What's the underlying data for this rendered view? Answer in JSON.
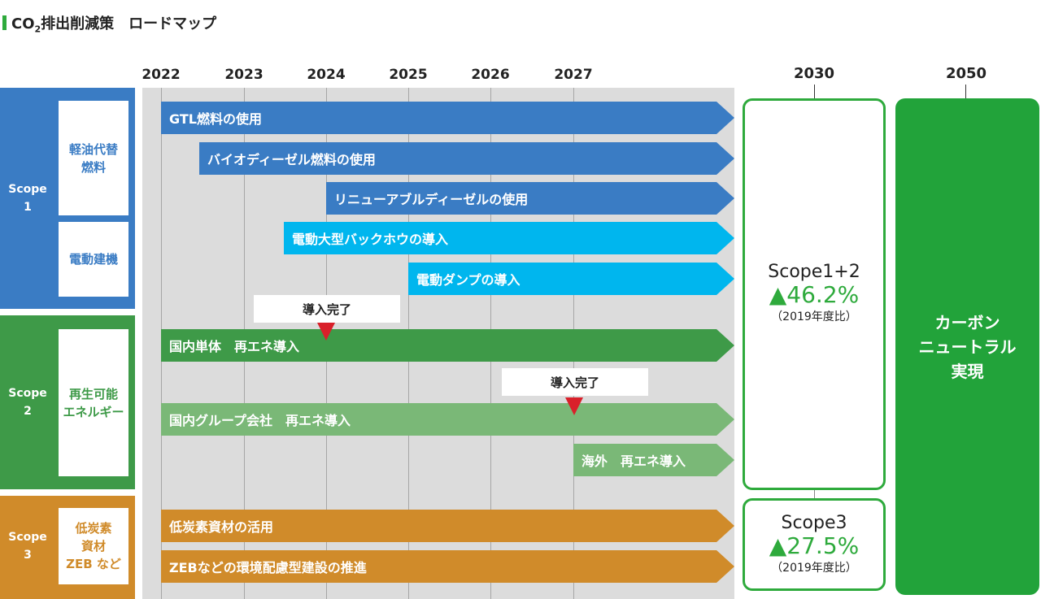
{
  "title": {
    "prefix": "CO",
    "subscript": "2",
    "rest": "排出削減策　ロードマップ"
  },
  "years": [
    "2022",
    "2023",
    "2024",
    "2025",
    "2026",
    "2027"
  ],
  "milestone_years": [
    "2030",
    "2050"
  ],
  "scopes": [
    {
      "label_line1": "Scope",
      "label_line2": "1",
      "color": "#3a7cc4",
      "categories": [
        {
          "line1": "軽油代替",
          "line2": "燃料"
        },
        {
          "line1": "電動建機",
          "line2": ""
        }
      ]
    },
    {
      "label_line1": "Scope",
      "label_line2": "2",
      "color": "#3e9a48",
      "categories": [
        {
          "line1": "再生可能",
          "line2": "エネルギー"
        }
      ]
    },
    {
      "label_line1": "Scope",
      "label_line2": "3",
      "color": "#d08b2a",
      "categories": [
        {
          "line1": "低炭素",
          "line2": "資材",
          "line3": "ZEB など"
        }
      ]
    }
  ],
  "measures": [
    {
      "label": "GTL燃料の使用",
      "start_year": 2022.0,
      "color": "#3a7cc4"
    },
    {
      "label": "バイオディーゼル燃料の使用",
      "start_year": 2022.5,
      "color": "#3a7cc4"
    },
    {
      "label": "リニューアブルディーゼルの使用",
      "start_year": 2024.0,
      "color": "#3a7cc4"
    },
    {
      "label": "電動大型バックホウの導入",
      "start_year": 2023.5,
      "color": "#00b6ee"
    },
    {
      "label": "電動ダンプの導入",
      "start_year": 2025.0,
      "color": "#00b6ee"
    },
    {
      "label": "国内単体　再エネ導入",
      "start_year": 2022.0,
      "color": "#3e9a48"
    },
    {
      "label": "国内グループ会社　再エネ導入",
      "start_year": 2022.0,
      "color": "#7ab877"
    },
    {
      "label": "海外　再エネ導入",
      "start_year": 2027.0,
      "color": "#7ab877"
    },
    {
      "label": "低炭素資材の活用",
      "start_year": 2022.0,
      "color": "#d08b2a"
    },
    {
      "label": "ZEBなどの環境配慮型建設の推進",
      "start_year": 2022.0,
      "color": "#d08b2a"
    }
  ],
  "completions": [
    {
      "label": "導入完了",
      "year": 2024
    },
    {
      "label": "導入完了",
      "year": 2027
    }
  ],
  "targets": [
    {
      "head": "Scope1+2",
      "value": "▲46.2%",
      "note": "（2019年度比）"
    },
    {
      "head": "Scope3",
      "value": "▲27.5%",
      "note": "（2019年度比）"
    }
  ],
  "final": {
    "line1": "カーボン",
    "line2": "ニュートラル",
    "line3": "実現"
  },
  "accent_color": "#2eaa3c",
  "marker_color": "#d9202a"
}
